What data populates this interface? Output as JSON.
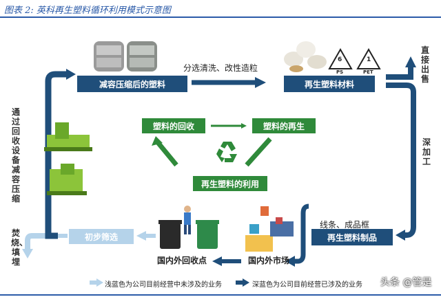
{
  "title": "图表 2:  英科再生塑料循环利用模式示意图",
  "boxes": {
    "compress": "减容压缩后的塑料",
    "recycled_material": "再生塑料材料",
    "recycled_product": "再生塑料制品",
    "screening": "初步筛选"
  },
  "arrow_texts": {
    "sorting": "分选清洗、改性造粒",
    "direct_sale": "直接出售",
    "deep_process": "深加工",
    "product_types": "线条、成品框",
    "equipment": "通过回收设备减容压缩",
    "incinerate": "焚烧、填埋"
  },
  "cycle": {
    "recovery": "塑料的回收",
    "regeneration": "塑料的再生",
    "utilization": "再生塑料的利用"
  },
  "places": {
    "collection": "国内外回收点",
    "market": "国内外市场"
  },
  "symbols": {
    "ps_num": "6",
    "ps_label": "PS",
    "pet_num": "1",
    "pet_label": "PET"
  },
  "legend": {
    "light": "浅蓝色为公司目前经营中未涉及的业务",
    "dark": "深蓝色为公司目前经营已涉及的业务"
  },
  "watermark": "头条 @管是",
  "colors": {
    "dark_blue": "#1f4e7a",
    "light_blue": "#b5d3ea",
    "green": "#2f8a3a"
  }
}
